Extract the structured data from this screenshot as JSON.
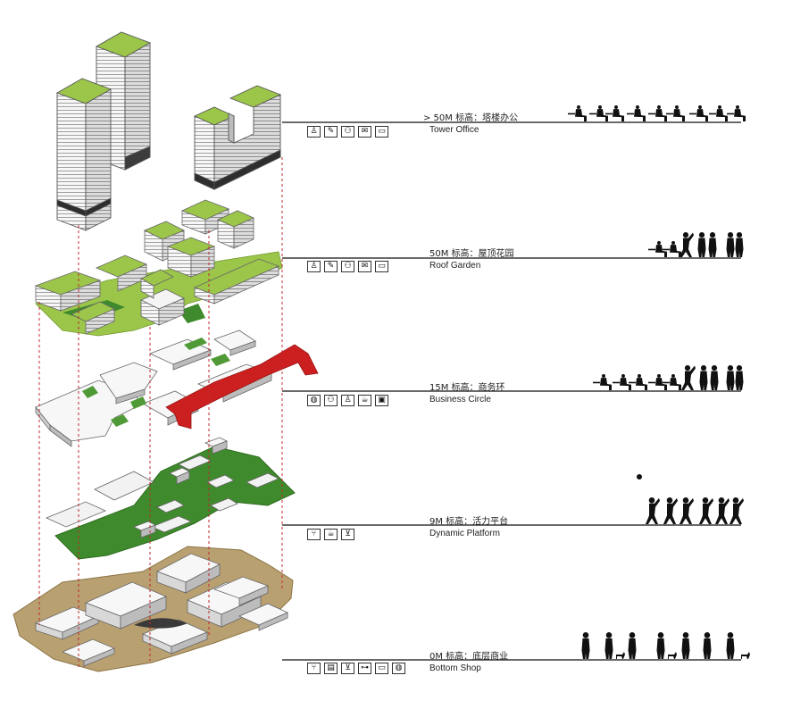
{
  "levels": [
    {
      "id": "tower-office",
      "label_cn": "> 50M 标高：塔楼办公",
      "label_en": "Tower Office",
      "icons": [
        "person-desk-icon",
        "reading-icon",
        "meeting-icon",
        "mail-icon",
        "laptop-icon"
      ],
      "figures": "seated-workers"
    },
    {
      "id": "roof-garden",
      "label_cn": "50M 标高：屋顶花园",
      "label_en": "Roof Garden",
      "icons": [
        "person-desk-icon",
        "reading-icon",
        "meeting-icon",
        "mail-icon",
        "laptop-icon"
      ],
      "figures": "garden-people"
    },
    {
      "id": "business-circle",
      "label_cn": "15M 标高：商务环",
      "label_en": "Business Circle",
      "icons": [
        "globe-icon",
        "meeting-icon",
        "person-desk-icon",
        "coffee-icon",
        "briefcase-icon"
      ],
      "figures": "business-people"
    },
    {
      "id": "dynamic-platform",
      "label_cn": "9M 标高：活力平台",
      "label_en": "Dynamic Platform",
      "icons": [
        "dining-icon",
        "coffee-icon",
        "cocktail-icon"
      ],
      "figures": "active-people"
    },
    {
      "id": "bottom-shop",
      "label_cn": "0M 标高：底层商业",
      "label_en": "Bottom Shop",
      "icons": [
        "dining-icon",
        "book-icon",
        "cocktail-icon",
        "car-icon",
        "laptop-icon",
        "globe-icon"
      ],
      "figures": "shoppers"
    }
  ],
  "icon_glyphs": {
    "person-desk-icon": "♙",
    "reading-icon": "✎",
    "meeting-icon": "⚇",
    "mail-icon": "✉",
    "laptop-icon": "▭",
    "globe-icon": "◍",
    "coffee-icon": "☕",
    "briefcase-icon": "▣",
    "dining-icon": "⑂",
    "cocktail-icon": "⊻",
    "book-icon": "▤",
    "car-icon": "⊶"
  },
  "colors": {
    "roof_green": "#9cc64a",
    "platform_green": "#3f8a2c",
    "ground_tan": "#b9a071",
    "business_red": "#cc1f1f",
    "building_white": "#f4f4f4",
    "outline": "#555555",
    "dashed_red": "#c0282e",
    "silhouette": "#111111"
  }
}
